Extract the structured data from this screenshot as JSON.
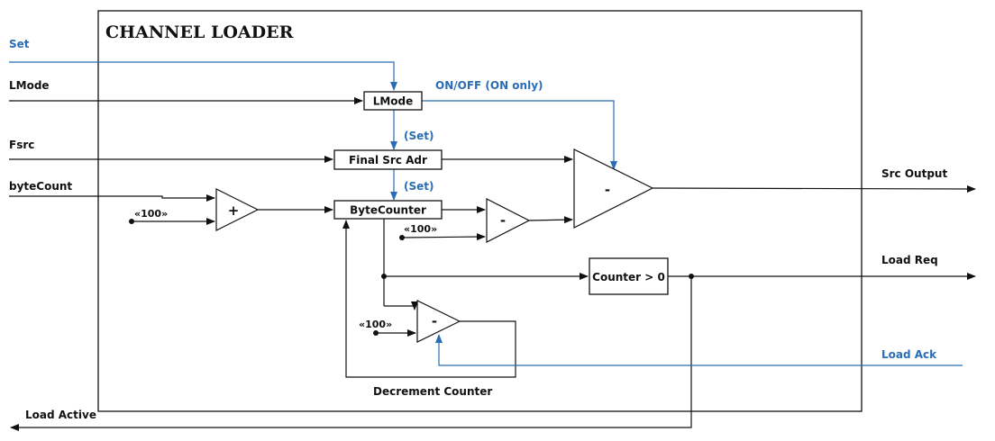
{
  "title": "CHANNEL LOADER",
  "inputs": {
    "set": "Set",
    "lmode": "LMode",
    "fsrc": "Fsrc",
    "byte_count": "byteCount",
    "load_ack": "Load Ack"
  },
  "outputs": {
    "src_output": "Src Output",
    "load_req": "Load Req",
    "load_active": "Load Active"
  },
  "blocks": {
    "lmode": "LMode",
    "final_src_adr": "Final Src Adr",
    "byte_counter": "ByteCounter",
    "counter_gt_zero": "Counter > 0"
  },
  "annotations": {
    "on_off": "ON/OFF (ON only)",
    "set_1": "(Set)",
    "set_2": "(Set)",
    "decrement_counter": "Decrement Counter"
  },
  "constants": {
    "c1": "«100»",
    "c2": "«100»",
    "c3": "«100»"
  },
  "operators": {
    "adder": "+",
    "sub_small": "-",
    "sub_big": "-",
    "decrement": "-"
  },
  "colors": {
    "wire": "#111111",
    "control_wire": "#2a6db5"
  }
}
